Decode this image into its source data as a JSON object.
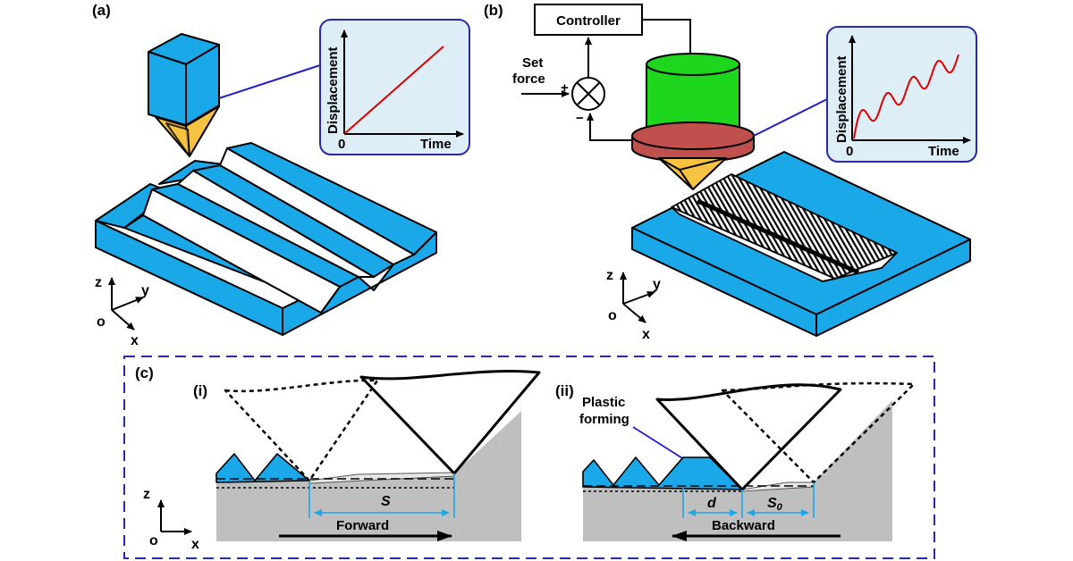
{
  "panel_a": {
    "label": "(a)",
    "plot": {
      "ylabel": "Displacement",
      "xlabel": "Time",
      "origin": "0"
    },
    "axes": {
      "z": "z",
      "y": "y",
      "x": "x",
      "o": "o"
    }
  },
  "panel_b": {
    "label": "(b)",
    "controller": "Controller",
    "set_force_line1": "Set",
    "set_force_line2": "force",
    "plus": "+",
    "minus": "−",
    "plot": {
      "ylabel": "Displacement",
      "xlabel": "Time",
      "origin": "0"
    },
    "axes": {
      "z": "z",
      "y": "y",
      "x": "x",
      "o": "o"
    }
  },
  "panel_c": {
    "label": "(c)",
    "sub_i": "(i)",
    "sub_ii": "(ii)",
    "plastic_line1": "Plastic",
    "plastic_line2": "forming",
    "s_label": "S",
    "d_label": "d",
    "s0_label": "S",
    "s0_sub": "0",
    "forward": "Forward",
    "backward": "Backward",
    "axes": {
      "z": "z",
      "x": "x",
      "o": "o"
    }
  },
  "colors": {
    "blue": "#1aa8e8",
    "tip_yellow": "#f5c242",
    "green": "#1ed61e",
    "brown": "#c0504d",
    "plot_bg": "#ddeef6",
    "plot_border": "#2a2aa8",
    "red": "#e00000",
    "gray": "#bfbfbf",
    "dim_blue": "#1aa8e8"
  }
}
